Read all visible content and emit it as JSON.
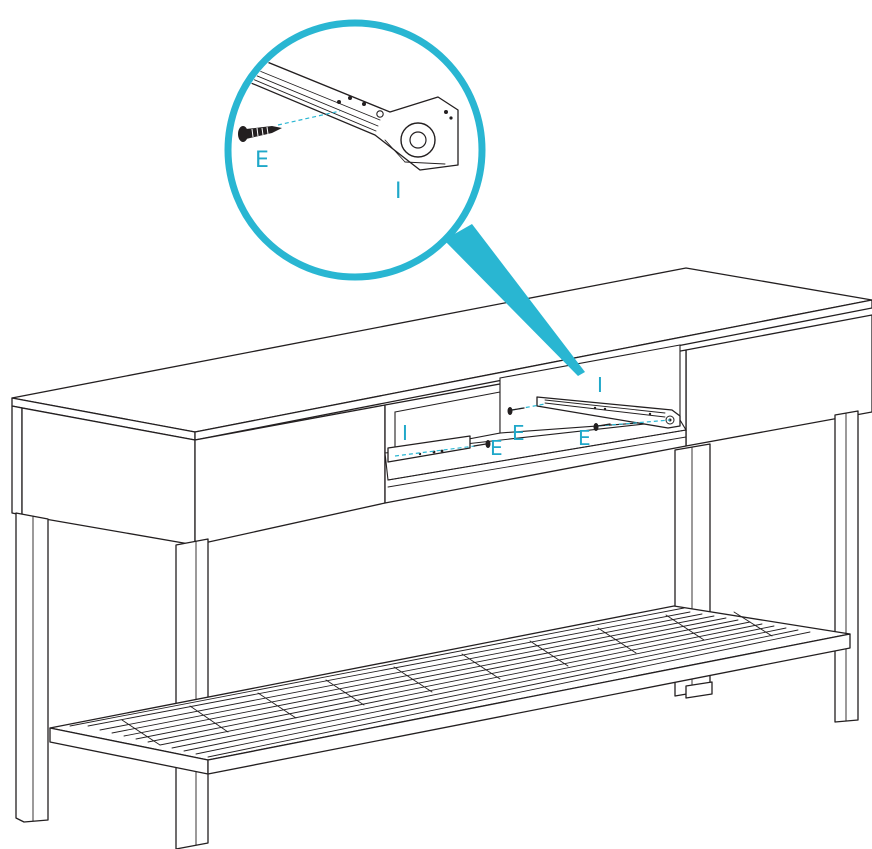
{
  "colors": {
    "accent": "#1fa8c9",
    "line": "#231f20",
    "background": "#ffffff"
  },
  "callout": {
    "screw_label": "E",
    "slide_label": "I"
  },
  "labels": {
    "left_slide": "I",
    "left_screw": "E",
    "right_slide": "I",
    "right_screw_1": "E",
    "right_screw_2": "E"
  }
}
